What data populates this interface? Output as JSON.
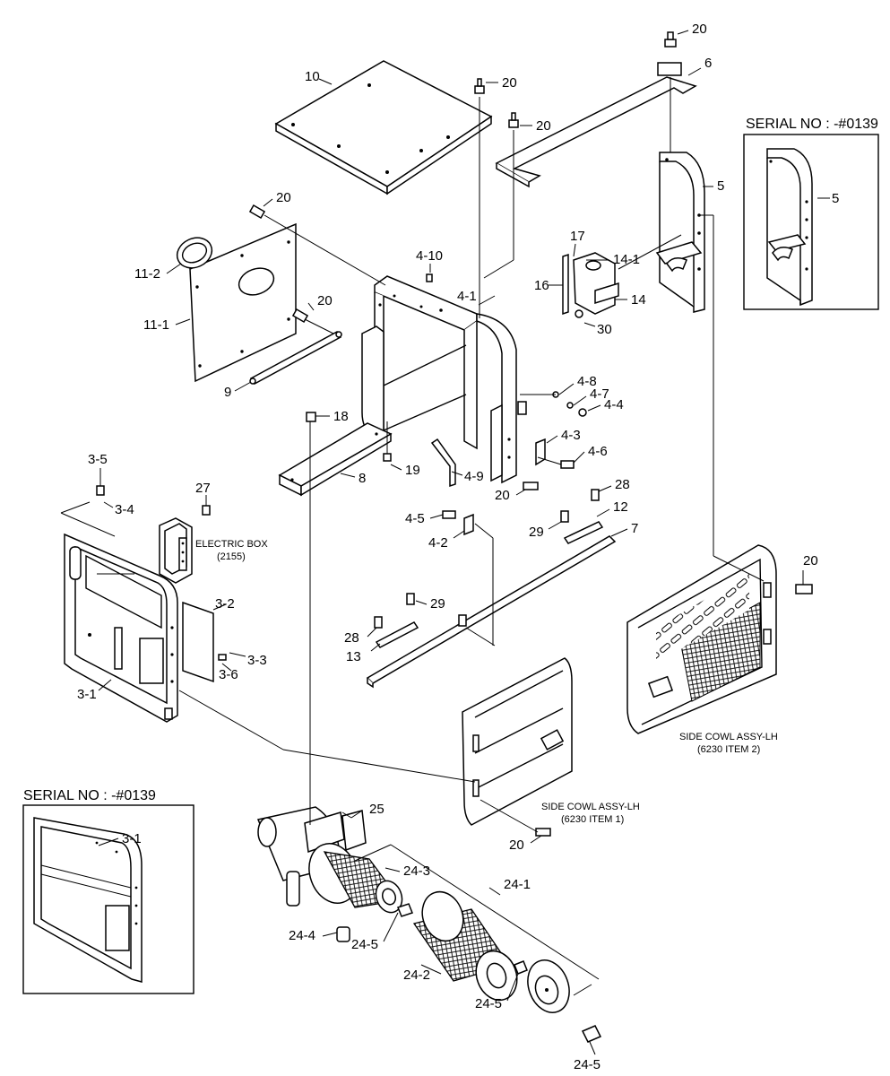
{
  "inset_top_right": {
    "header": "SERIAL NO : -#0139",
    "part_label": "5"
  },
  "inset_bottom_left": {
    "header": "SERIAL NO : -#0139",
    "part_label": "3-1"
  },
  "annotations": {
    "electric_box": {
      "line1": "ELECTRIC BOX",
      "line2": "(2155)"
    },
    "side_cowl_rear": {
      "line1": "SIDE COWL ASSY-LH",
      "line2": "(6230 ITEM 2)"
    },
    "side_cowl_front": {
      "line1": "SIDE COWL ASSY-LH",
      "line2": "(6230 ITEM 1)"
    }
  },
  "callouts": {
    "p20_a": "20",
    "p6": "6",
    "p10": "10",
    "p20_b": "20",
    "p20_c": "20",
    "p5": "5",
    "p20_d": "20",
    "p11_2": "11-2",
    "p4_10": "4-10",
    "p17": "17",
    "p14_1": "14-1",
    "p16": "16",
    "p14": "14",
    "p4_1": "4-1",
    "p20_e": "20",
    "p11_1": "11-1",
    "p30": "30",
    "p9": "9",
    "p4_8": "4-8",
    "p4_7": "4-7",
    "p4_4": "4-4",
    "p18": "18",
    "p4_3": "4-3",
    "p4_6": "4-6",
    "p19": "19",
    "p4_9": "4-9",
    "p8": "8",
    "p20_f": "20",
    "p28_a": "28",
    "p3_5": "3-5",
    "p27": "27",
    "p12": "12",
    "p3_4": "3-4",
    "p4_5": "4-5",
    "p29_a": "29",
    "p7": "7",
    "p4_2": "4-2",
    "p20_g": "20",
    "p3_2": "3-2",
    "p29_b": "29",
    "p28_b": "28",
    "p3_3": "3-3",
    "p13": "13",
    "p3_6": "3-6",
    "p3_1": "3-1",
    "p25": "25",
    "p20_h": "20",
    "p24_3": "24-3",
    "p24_1": "24-1",
    "p24_4": "24-4",
    "p24_5_a": "24-5",
    "p24_2": "24-2",
    "p24_5_b": "24-5",
    "p24_5_c": "24-5"
  }
}
